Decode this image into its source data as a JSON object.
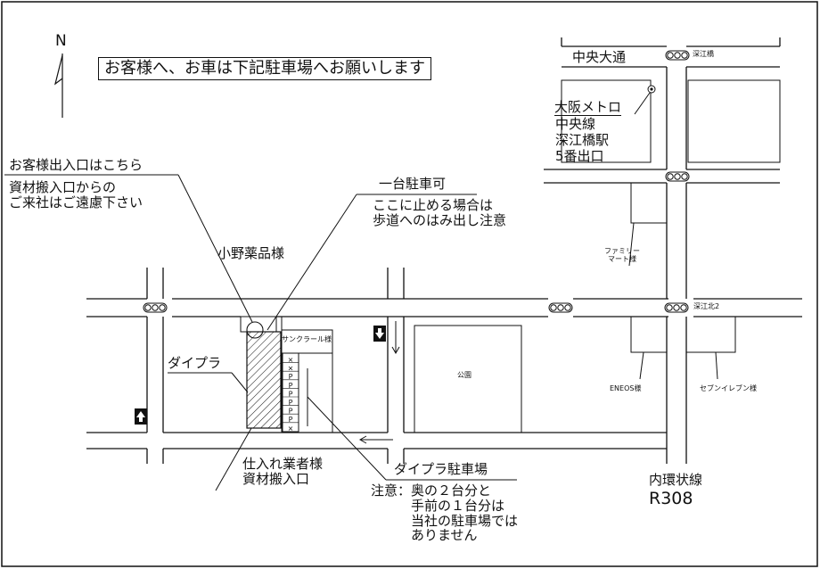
{
  "notice": "お客様へ、お車は下記駐車場へお願いします",
  "compass": {
    "north_label": "N"
  },
  "roads": {
    "chuo_odori": "中央大通",
    "uchikanjo": "内環状線",
    "route_number": "R308"
  },
  "signals": [
    {
      "name": "深江橋"
    },
    {
      "name": "深江北2"
    }
  ],
  "station": {
    "line1": "大阪メトロ",
    "line2": "中央線",
    "line3": "深江橋駅",
    "line4": "5番出口"
  },
  "landmarks": {
    "ono": "小野薬品様",
    "sun_claire": "サンクラール様",
    "daipla": "ダイプラ",
    "park": "公園",
    "familymart": "ファミリー\nマート様",
    "eneos": "ENEOS様",
    "seven": "セブンイレブン様"
  },
  "callouts": {
    "customer_entrance": "お客様出入口はこちら",
    "material_note": "資材搬入口からの\nご来社はご遠慮下さい",
    "one_car_title": "一台駐車可",
    "one_car_note": "ここに止める場合は\n歩道へのはみ出し注意",
    "supplier_entrance": "仕入れ業者様\n資材搬入口",
    "parking_title": "ダイプラ駐車場",
    "parking_note": "注意：奥の２台分と\n　　　手前の１台分は\n　　　当社の駐車場では\n　　　ありません"
  },
  "parking_slot_marks": [
    "×",
    "×",
    "P",
    "P",
    "P",
    "P",
    "P",
    "P",
    "×"
  ],
  "colors": {
    "ink": "#111111",
    "paper": "#ffffff"
  }
}
